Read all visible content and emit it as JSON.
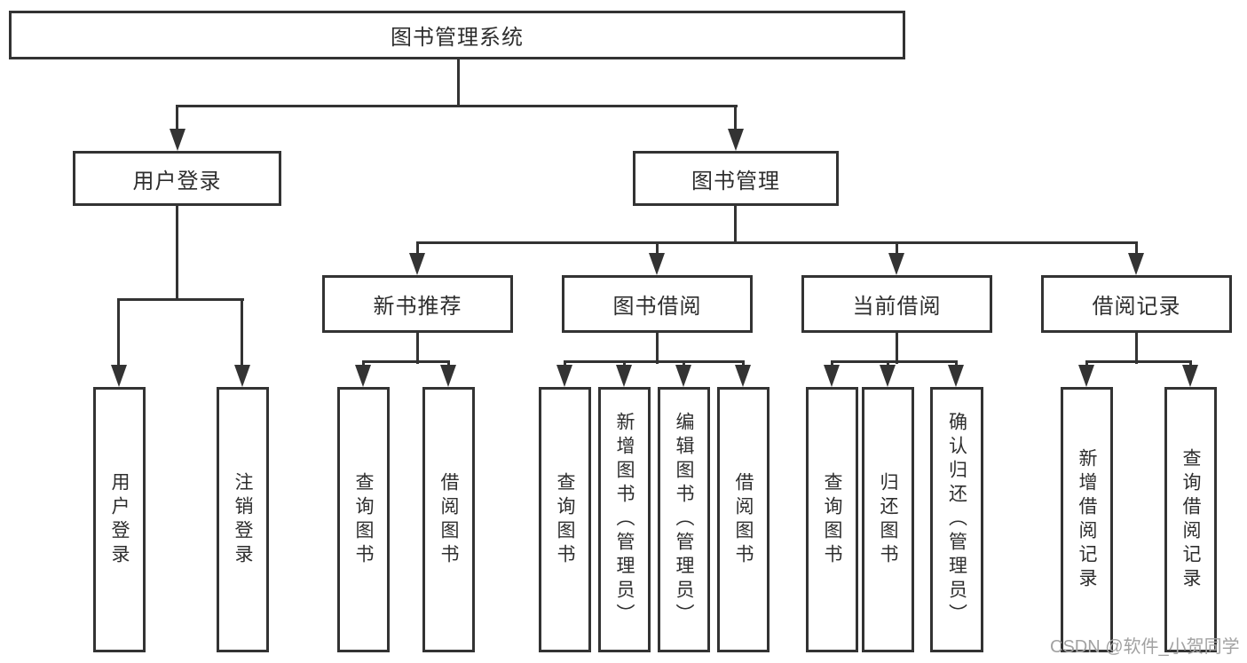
{
  "diagram": {
    "root": {
      "label": "图书管理系统"
    },
    "login_branch": {
      "label": "用户登录",
      "leaves": [
        "用户登录",
        "注销登录"
      ]
    },
    "mgmt_branch": {
      "label": "图书管理",
      "groups": [
        {
          "label": "新书推荐",
          "leaves": [
            "查询图书",
            "借阅图书"
          ]
        },
        {
          "label": "图书借阅",
          "leaves": [
            "查询图书",
            "新增图书（管理员）",
            "编辑图书（管理员）",
            "借阅图书"
          ]
        },
        {
          "label": "当前借阅",
          "leaves": [
            "查询图书",
            "归还图书",
            "确认归还（管理员）"
          ]
        },
        {
          "label": "借阅记录",
          "leaves": [
            "新增借阅记录",
            "查询借阅记录"
          ]
        }
      ]
    }
  },
  "watermark": {
    "text": "CSDN @软件_小贺同学"
  },
  "colors": {
    "line": "#333333",
    "text": "#2e2e2e",
    "background": "#ffffff",
    "watermark": "#a2a2a2"
  }
}
